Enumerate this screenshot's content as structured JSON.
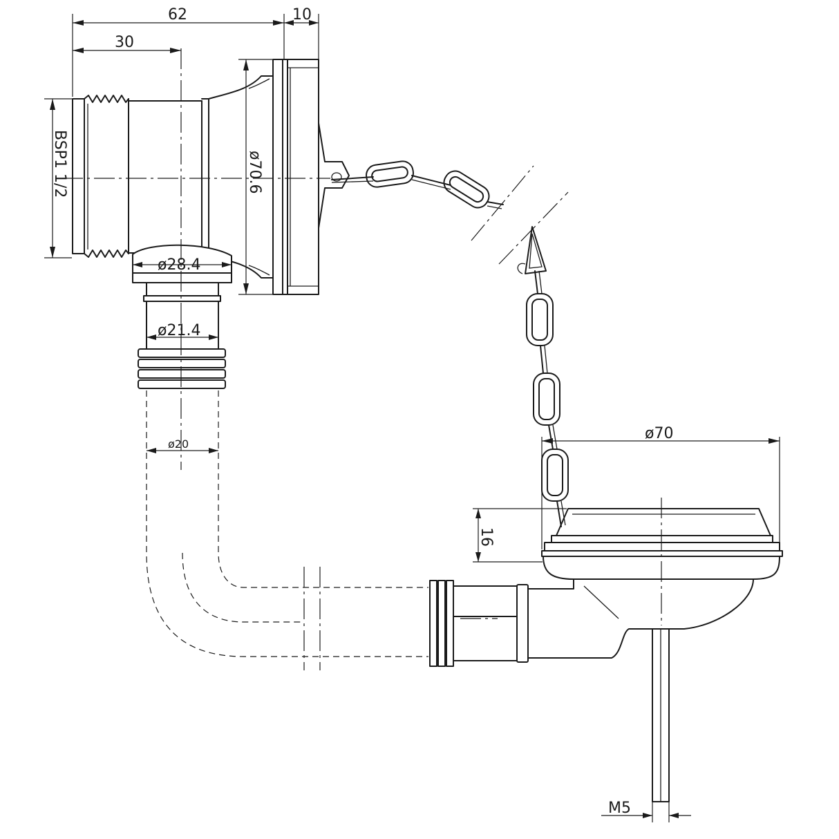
{
  "dimensions": {
    "overall_length": "62",
    "inlet_offset": "30",
    "flange_thickness": "10",
    "thread_size": "BSP1 1/2",
    "flange_diameter": "ø70.6",
    "spigot_outer_diameter": "ø28.4",
    "spigot_inner_diameter": "ø21.4",
    "pipe_diameter": "ø20",
    "plug_diameter": "ø70",
    "plug_height": "16",
    "rod_thread": "M5"
  }
}
